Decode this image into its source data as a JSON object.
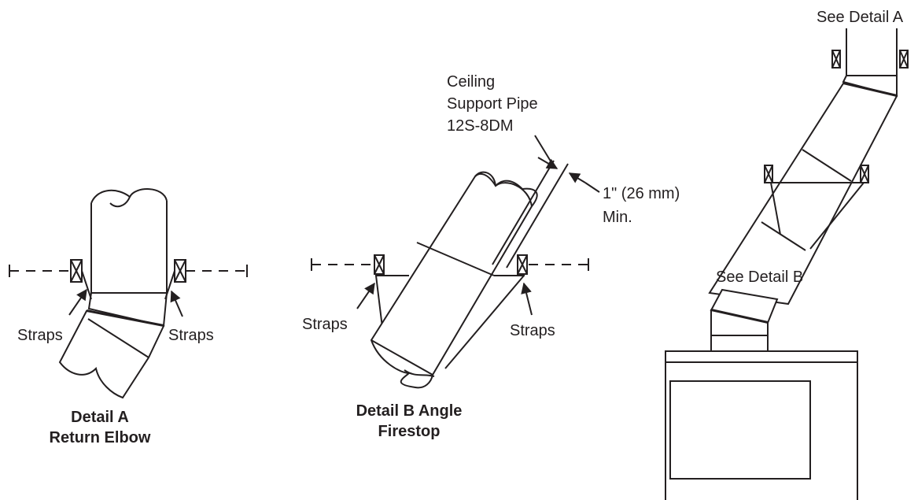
{
  "detail_a": {
    "caption_line1": "Detail A",
    "caption_line2": "Return Elbow",
    "left_label": "Straps",
    "right_label": "Straps"
  },
  "detail_b": {
    "caption_line1": "Detail B Angle",
    "caption_line2": "Firestop",
    "left_label": "Straps",
    "right_label": "Straps",
    "pipe_label_line1": "Ceiling",
    "pipe_label_line2": "Support Pipe",
    "pipe_label_line3": "12S-8DM",
    "clearance_line1": "1\" (26 mm)",
    "clearance_line2": "Min."
  },
  "overview": {
    "detail_a_callout": "See Detail A",
    "detail_b_callout": "See Detail B"
  }
}
